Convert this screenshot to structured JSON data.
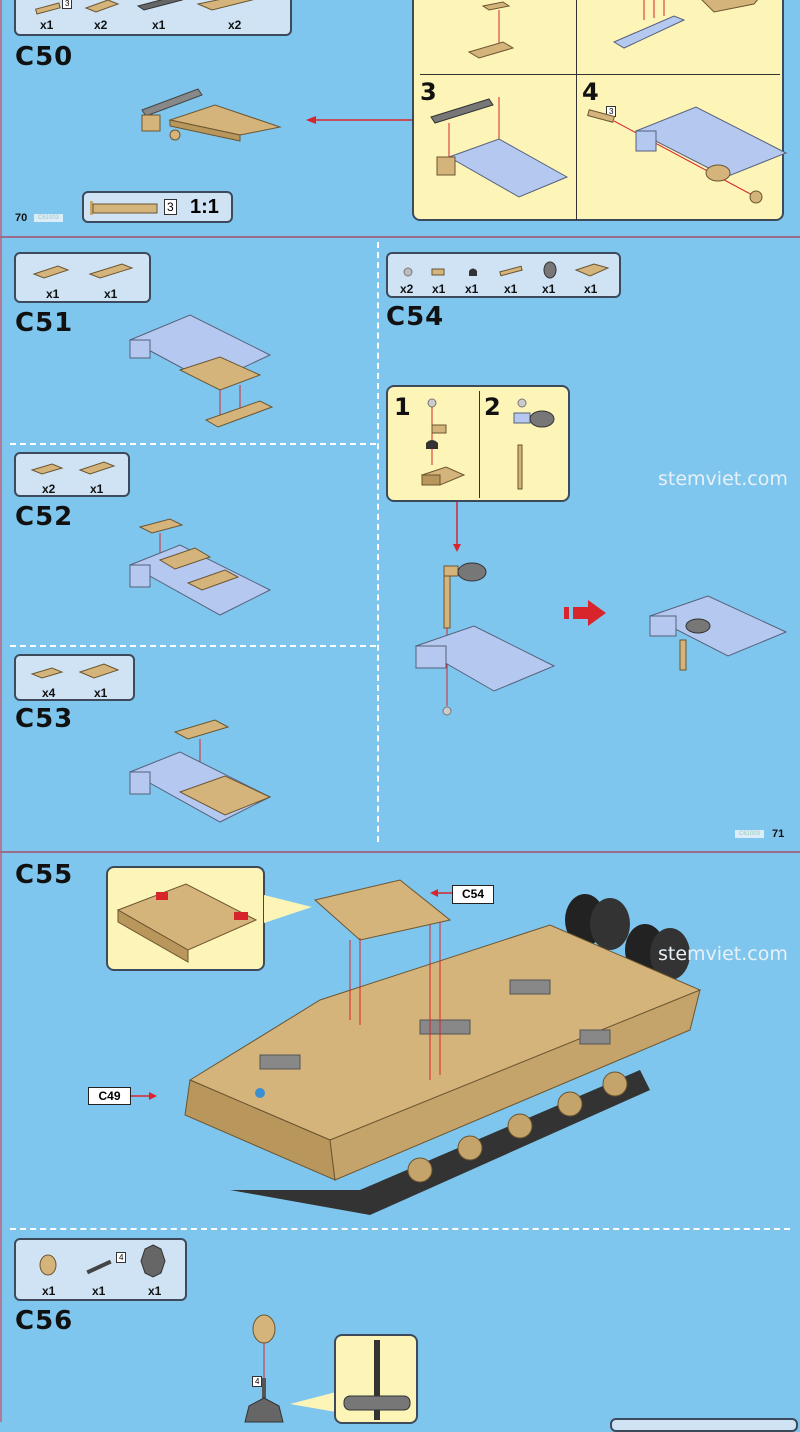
{
  "page_left": {
    "number": "70",
    "code": "C61003"
  },
  "page_right": {
    "number": "71",
    "code": "C61003"
  },
  "watermark": "stemviet.com",
  "c50": {
    "label": "C50",
    "parts": [
      "x1",
      "x2",
      "x1",
      "x2"
    ],
    "part_length_badge": "3",
    "ruler": {
      "length": "3",
      "scale": "1:1"
    },
    "substeps": [
      "3",
      "4"
    ],
    "substep4_badge": "3"
  },
  "c51": {
    "label": "C51",
    "parts": [
      "x1",
      "x1"
    ]
  },
  "c52": {
    "label": "C52",
    "parts": [
      "x2",
      "x1"
    ]
  },
  "c53": {
    "label": "C53",
    "parts": [
      "x4",
      "x1"
    ]
  },
  "c54": {
    "label": "C54",
    "parts": [
      "x2",
      "x1",
      "x1",
      "x1",
      "x1",
      "x1"
    ],
    "substeps": [
      "1",
      "2"
    ]
  },
  "c55": {
    "label": "C55",
    "tag_c54": "C54",
    "tag_c49": "C49"
  },
  "c56": {
    "label": "C56",
    "parts": [
      "x1",
      "x1",
      "x1"
    ],
    "part_length_badge": "4",
    "axle_badge": "4"
  },
  "colors": {
    "background": "#7fc6ee",
    "panel": "#fdf4b8",
    "tan": "#d4b47a",
    "arrow": "#d8252c"
  }
}
